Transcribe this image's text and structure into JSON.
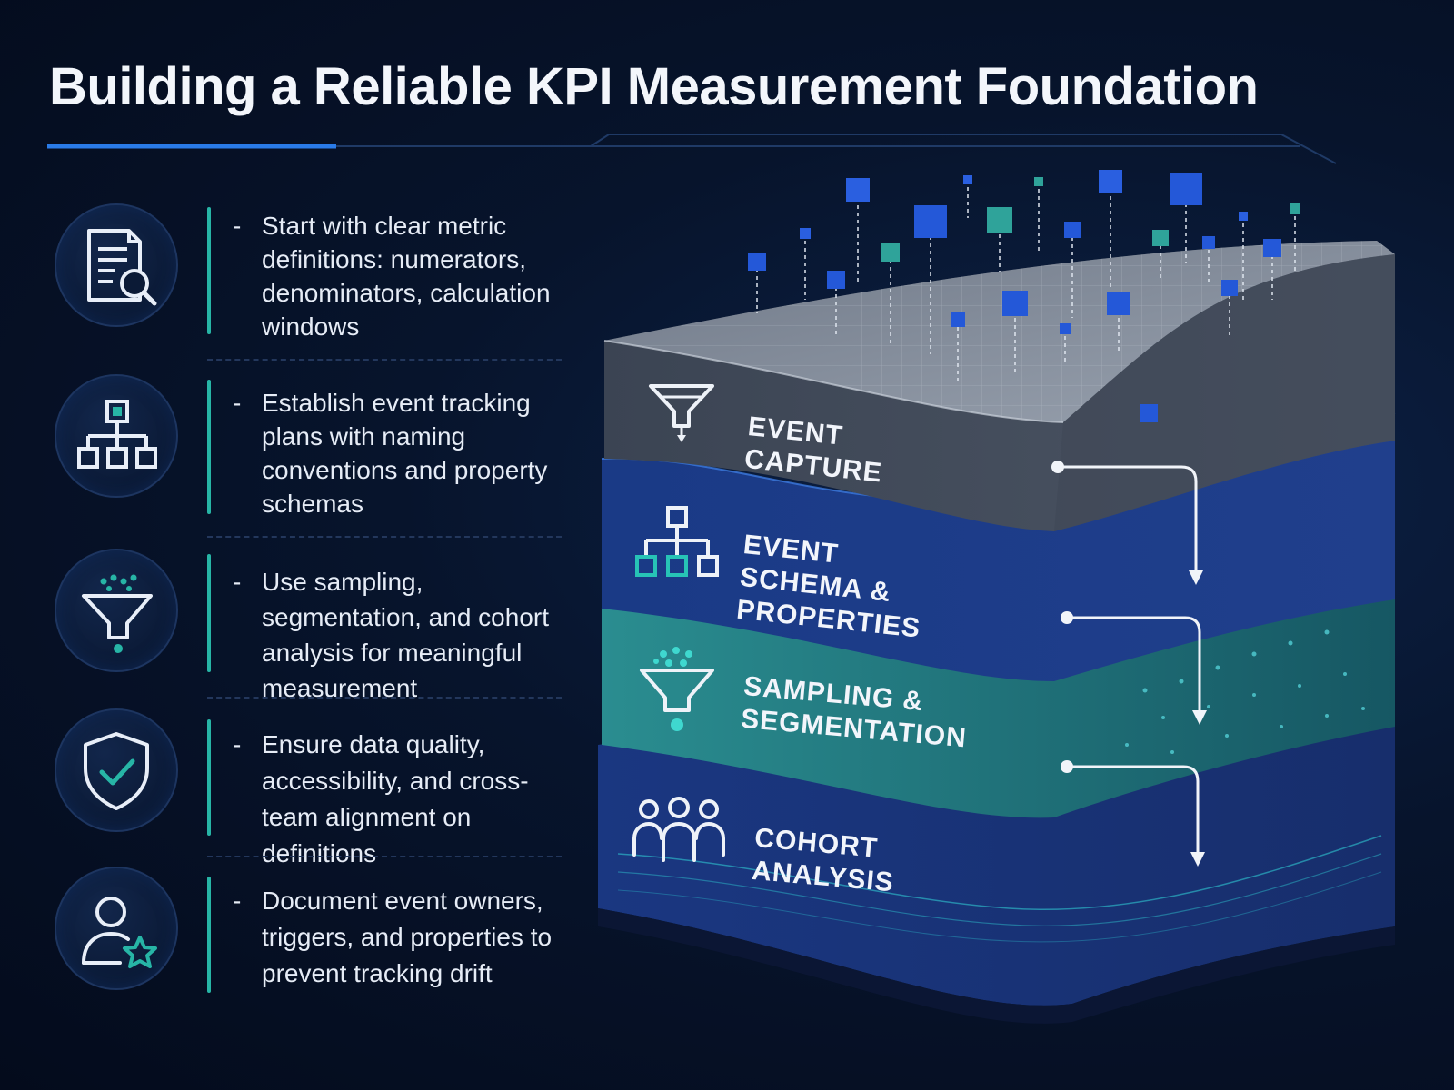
{
  "title": "Building a Reliable KPI Measurement Foundation",
  "colors": {
    "background": "#050d20",
    "accent_teal": "#27b5a6",
    "accent_blue": "#2a6fe0",
    "layer_gray": "#4f5a6a",
    "layer_blue": "#1f3f86",
    "layer_teal": "#1f7d82",
    "layer_navy": "#1a3475"
  },
  "bullets": [
    {
      "icon": "document-search-icon",
      "dash": "-",
      "text": "Start with clear metric definitions: numerators, denominators, calculation windows"
    },
    {
      "icon": "hierarchy-icon",
      "dash": "-",
      "text": "Establish event tracking plans with naming conventions and property schemas"
    },
    {
      "icon": "funnel-icon",
      "dash": "-",
      "text": "Use sampling, segmentation, and cohort analysis for meaningful measurement"
    },
    {
      "icon": "shield-check-icon",
      "dash": "-",
      "text": "Ensure data quality, accessibility, and cross-team alignment on definitions"
    },
    {
      "icon": "user-star-icon",
      "dash": "-",
      "text": "Document event owners, triggers, and properties to prevent tracking drift"
    }
  ],
  "layers": [
    {
      "icon": "funnel-icon",
      "label": "EVENT CAPTURE"
    },
    {
      "icon": "hierarchy-icon",
      "label": "EVENT SCHEMA & PROPERTIES"
    },
    {
      "icon": "funnel-dots-icon",
      "label": "SAMPLING & SEGMENTATION"
    },
    {
      "icon": "people-group-icon",
      "label": "COHORT ANALYSIS"
    }
  ]
}
